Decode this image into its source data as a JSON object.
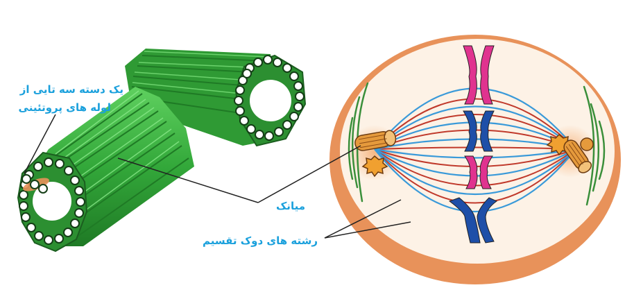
{
  "labels": {
    "bundle_line1": "یک دسته سه تایی از",
    "bundle_line2": "لوله های پروتئینی",
    "centriole": "میانک",
    "spindle_fibers": "رشته های دوک تقسیم"
  },
  "colors": {
    "label_text": "#1aa0dc",
    "tube_green": "#3cb043",
    "tube_dark": "#1f7a25",
    "cell_rim": "#e8925a",
    "cell_fill": "#fdf2e6",
    "spindle_blue": "#3a9ad9",
    "spindle_red": "#c0392b",
    "aster_green": "#3a8f3a",
    "chromosome_pink": "#e0338f",
    "chromosome_blue": "#1e4fa8",
    "leader_line": "#222222"
  }
}
